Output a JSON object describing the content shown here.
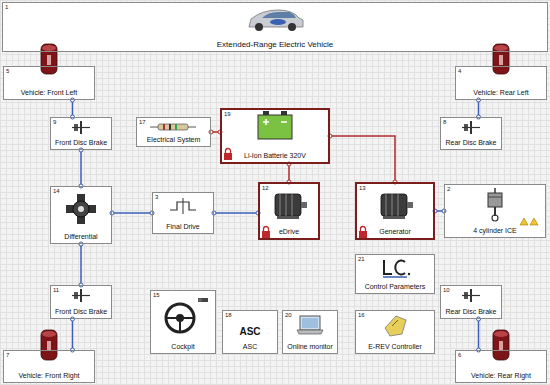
{
  "diagram": {
    "nodes": [
      {
        "text": [
          "1",
          "Extended-Range Electric Vehicle"
        ]
      },
      {
        "text": [
          "5",
          "Vehicle: Front Left"
        ]
      },
      {
        "text": [
          "4",
          "Vehicle: Rear Left"
        ]
      },
      {
        "text": [
          "9",
          "Front Disc Brake"
        ]
      },
      {
        "text": [
          "17",
          "Electrical System"
        ]
      },
      {
        "text": [
          "19",
          "Li-Ion Batterie 320V"
        ]
      },
      {
        "text": [
          "8",
          "Rear Disc Brake"
        ]
      },
      {
        "text": [
          "14",
          "Differential"
        ]
      },
      {
        "text": [
          "3",
          "Final Drive"
        ]
      },
      {
        "text": [
          "12",
          "eDrive"
        ]
      },
      {
        "text": [
          "13",
          "Generator"
        ]
      },
      {
        "text": [
          "2",
          "4 cylinder ICE"
        ]
      },
      {
        "text": [
          "21",
          "Control Parameters"
        ]
      },
      {
        "text": [
          "11",
          "Front Disc Brake"
        ]
      },
      {
        "text": [
          "10",
          "Rear Disc Brake"
        ]
      },
      {
        "text": [
          "15",
          "Cockpit"
        ]
      },
      {
        "text": [
          "18",
          "ASC",
          "ASC"
        ]
      },
      {
        "text": [
          "20",
          "Online monitor"
        ]
      },
      {
        "text": [
          "16",
          "E-REV Controller"
        ]
      },
      {
        "text": [
          "7",
          "Vehicle: Front Right"
        ]
      },
      {
        "text": [
          "6",
          "Vehicle: Rear Right"
        ]
      }
    ],
    "edges": [
      {
        "from": 1,
        "to": 3,
        "arrow": "none"
      },
      {
        "from": 3,
        "to": 7,
        "arrow": "none"
      },
      {
        "from": 7,
        "to": 13,
        "arrow": "none"
      },
      {
        "from": 13,
        "to": 19,
        "arrow": "none"
      },
      {
        "from": 2,
        "to": 6,
        "arrow": "none"
      },
      {
        "from": 14,
        "to": 20,
        "arrow": "none"
      },
      {
        "from": 7,
        "to": 8,
        "arrow": "none"
      },
      {
        "from": 8,
        "to": 9,
        "arrow": "none"
      },
      {
        "from": 10,
        "to": 11,
        "arrow": "none"
      },
      {
        "from": 4,
        "to": 5,
        "arrow": "none"
      },
      {
        "from": 5,
        "to": 9,
        "arrow": "none"
      },
      {
        "from": 5,
        "to": 10,
        "arrow": "none"
      }
    ]
  }
}
